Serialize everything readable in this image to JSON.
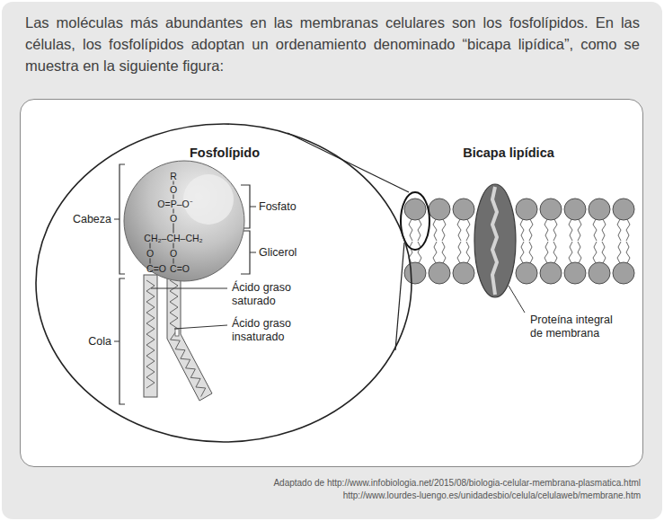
{
  "diagram": {
    "title": "Las moléculas más abundantes en las membranas celulares son los fosfolípidos. En las células, los fosfolípidos adoptan un ordenamiento denominado “bicapa lipídica”, como se muestra en la siguiente figura:",
    "nodes": [
      {
        "text": [
          "Fosfolípido"
        ]
      },
      {
        "text": [
          "R",
          "O",
          "O=P–O⁻",
          "O",
          "CH₂–CH–CH₂",
          "O",
          "O",
          "C=O",
          "C=O"
        ],
        "in": 0
      }
    ],
    "labels": [
      "Cabeza",
      "Fosfato",
      "Glicerol",
      "Ácido graso saturado",
      "Ácido graso insaturado",
      "Cola",
      "Bicapa lipídica",
      "Proteína integral de membrana",
      "Adaptado de http://www.infobiologia.net/2015/08/biologia-celular-membrana-plasmatica.html",
      "http://www.lourdes-luengo.es/unidadesbio/celula/celulaweb/membrane.htm"
    ]
  }
}
